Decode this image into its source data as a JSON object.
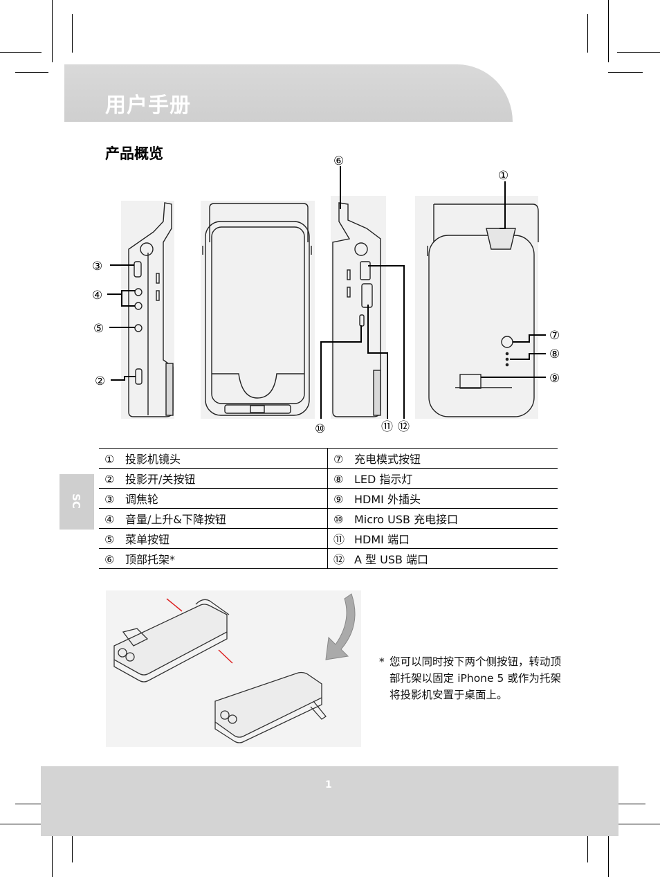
{
  "header": {
    "title": "用户手册"
  },
  "section": {
    "title": "产品概览"
  },
  "side_tab": {
    "label": "SC"
  },
  "diagram": {
    "callouts": [
      "⑥",
      "①",
      "③",
      "④",
      "⑤",
      "②",
      "⑦",
      "⑧",
      "⑨",
      "⑩",
      "⑪",
      "⑫"
    ]
  },
  "parts_table": {
    "rows": [
      {
        "left_num": "①",
        "left_label": "投影机镜头",
        "right_num": "⑦",
        "right_label": "充电模式按钮"
      },
      {
        "left_num": "②",
        "left_label": "投影开/关按钮",
        "right_num": "⑧",
        "right_label": "LED 指示灯"
      },
      {
        "left_num": "③",
        "left_label": "调焦轮",
        "right_num": "⑨",
        "right_label": "HDMI 外插头"
      },
      {
        "left_num": "④",
        "left_label": "音量/上升&下降按钮",
        "right_num": "⑩",
        "right_label": "Micro USB 充电接口"
      },
      {
        "left_num": "⑤",
        "left_label": "菜单按钮",
        "right_num": "⑪",
        "right_label": "HDMI 端口"
      },
      {
        "left_num": "⑥",
        "left_label": "顶部托架*",
        "right_num": "⑫",
        "right_label": "A 型 USB 端口"
      }
    ]
  },
  "note": {
    "star": "*",
    "text": "您可以同时按下两个侧按钮，转动顶部托架以固定 iPhone 5 或作为托架将投影机安置于桌面上。"
  },
  "footer": {
    "page_number": "1"
  }
}
